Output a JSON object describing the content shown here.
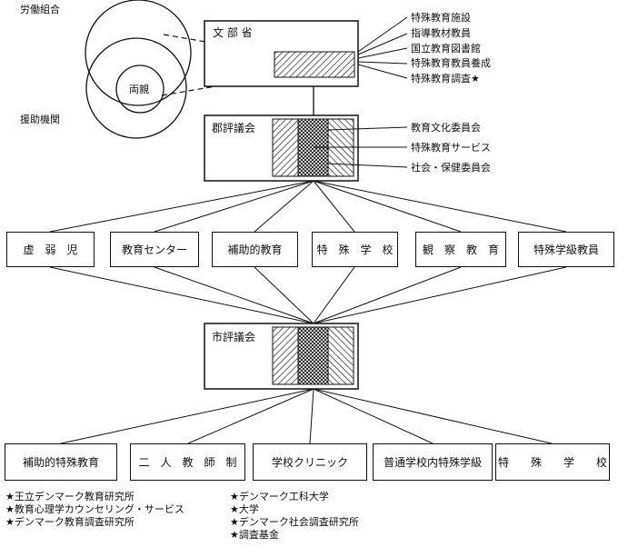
{
  "venn": {
    "labor_union": "労働組合",
    "parents": "両親",
    "support_agency": "援助機関"
  },
  "ministry": {
    "title": "文 部 省",
    "facilities": [
      "特殊教育施設",
      "指導教材教員",
      "国立教育図書館",
      "特殊教育教員養成",
      "特殊教育調査★"
    ]
  },
  "county_council": {
    "title": "郡評議会",
    "committees": [
      "教育文化委員会",
      "特殊教育サービス",
      "社会・保健委員会"
    ]
  },
  "county_services": [
    "虚　弱　児",
    "教育センター",
    "補助的教育",
    "特　殊　学　校",
    "観　察　教　育",
    "特殊学級教員"
  ],
  "city_council": {
    "title": "市評議会"
  },
  "city_services": [
    "補助的特殊教育",
    "二　人　教　師　制",
    "学校クリニック",
    "普通学校内特殊学級",
    "特　　殊　　学　　校"
  ],
  "footnotes_left": [
    "★王立デンマーク教育研究所",
    "★教育心理学カウンセリング・サービス",
    "★デンマーク教育調査研究所"
  ],
  "footnotes_right": [
    "★デンマーク工科大学",
    "★大学",
    "★デンマーク社会調査研究所",
    "★調査基金"
  ]
}
